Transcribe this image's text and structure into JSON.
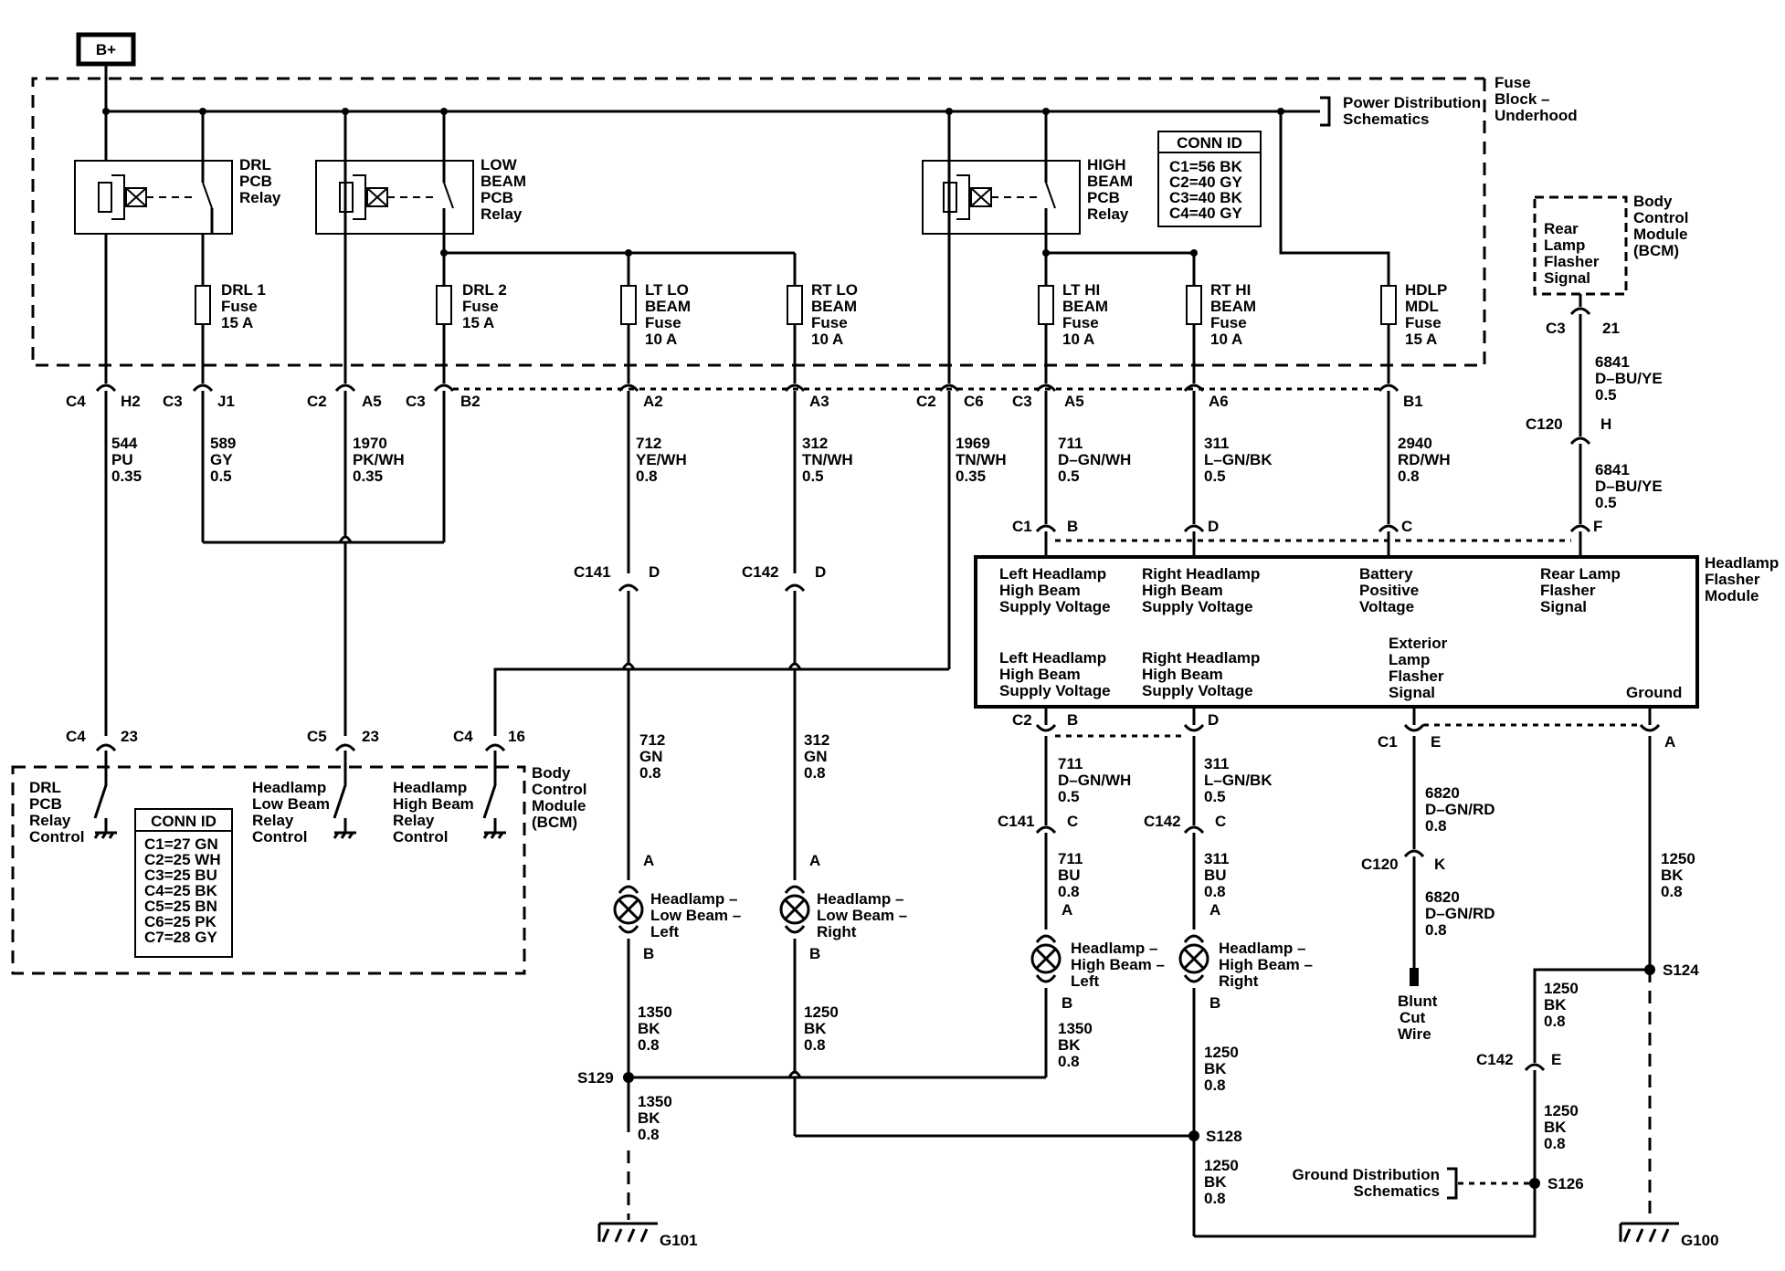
{
  "battery": "B+",
  "fuse_block": {
    "name": [
      "Fuse",
      "Block –",
      "Underhood"
    ]
  },
  "power_dist": [
    "Power Distribution",
    "Schematics"
  ],
  "relays": [
    {
      "id": "drl",
      "label": [
        "DRL",
        "PCB",
        "Relay"
      ]
    },
    {
      "id": "low",
      "label": [
        "LOW",
        "BEAM",
        "PCB",
        "Relay"
      ]
    },
    {
      "id": "high",
      "label": [
        "HIGH",
        "BEAM",
        "PCB",
        "Relay"
      ]
    }
  ],
  "fuse_conn_id": {
    "title": "CONN ID",
    "lines": [
      "C1=56 BK",
      "C2=40 GY",
      "C3=40 BK",
      "C4=40 GY"
    ]
  },
  "fuses": [
    {
      "id": "drl1",
      "label": [
        "DRL 1",
        "Fuse",
        "15 A"
      ]
    },
    {
      "id": "drl2",
      "label": [
        "DRL 2",
        "Fuse",
        "15 A"
      ]
    },
    {
      "id": "ltlo",
      "label": [
        "LT LO",
        "BEAM",
        "Fuse",
        "10 A"
      ]
    },
    {
      "id": "rtlo",
      "label": [
        "RT LO",
        "BEAM",
        "Fuse",
        "10 A"
      ]
    },
    {
      "id": "lthi",
      "label": [
        "LT HI",
        "BEAM",
        "Fuse",
        "10 A"
      ]
    },
    {
      "id": "rthi",
      "label": [
        "RT HI",
        "BEAM",
        "Fuse",
        "10 A"
      ]
    },
    {
      "id": "hdlp",
      "label": [
        "HDLP",
        "MDL",
        "Fuse",
        "15 A"
      ]
    }
  ],
  "fuse_block_pins": [
    {
      "conn": "C4",
      "pin": "H2"
    },
    {
      "conn": "C3",
      "pin": "J1"
    },
    {
      "conn": "C2",
      "pin": "A5"
    },
    {
      "conn": "C3",
      "pin": "B2"
    },
    {
      "pin": "A2"
    },
    {
      "pin": "A3"
    },
    {
      "conn": "C2",
      "pin": "C6"
    },
    {
      "conn": "C3",
      "pin": "A5"
    },
    {
      "pin": "A6"
    },
    {
      "pin": "B1"
    }
  ],
  "wires_top": [
    [
      "544",
      "PU",
      "0.35"
    ],
    [
      "589",
      "GY",
      "0.5"
    ],
    [
      "1970",
      "PK/WH",
      "0.35"
    ],
    [
      "712",
      "YE/WH",
      "0.8"
    ],
    [
      "312",
      "TN/WH",
      "0.5"
    ],
    [
      "1969",
      "TN/WH",
      "0.35"
    ],
    [
      "711",
      "D–GN/WH",
      "0.5"
    ],
    [
      "311",
      "L–GN/BK",
      "0.5"
    ],
    [
      "2940",
      "RD/WH",
      "0.8"
    ]
  ],
  "bcm_right": {
    "label": [
      "Body",
      "Control",
      "Module",
      "(BCM)"
    ],
    "signal": [
      "Rear",
      "Lamp",
      "Flasher",
      "Signal"
    ],
    "conn": "C3",
    "pin": "21"
  },
  "wire_6841a": [
    "6841",
    "D–BU/YE",
    "0.5"
  ],
  "wire_6841b": [
    "6841",
    "D–BU/YE",
    "0.5"
  ],
  "c120_top": {
    "conn": "C120",
    "pin": "H"
  },
  "hfm": {
    "name": [
      "Headlamp",
      "Flasher",
      "Module"
    ],
    "c1_pins": {
      "conn": "C1",
      "pins": [
        "B",
        "D",
        "C",
        "F"
      ]
    },
    "top_labels": [
      [
        "Left Headlamp",
        "High Beam",
        "Supply Voltage"
      ],
      [
        "Right Headlamp",
        "High Beam",
        "Supply Voltage"
      ],
      [
        "Battery",
        "Positive",
        "Voltage"
      ],
      [
        "Rear Lamp",
        "Flasher",
        "Signal"
      ]
    ],
    "bottom_labels": [
      [
        "Left Headlamp",
        "High Beam",
        "Supply Voltage"
      ],
      [
        "Right Headlamp",
        "High Beam",
        "Supply Voltage"
      ],
      [
        "Exterior",
        "Lamp",
        "Flasher",
        "Signal"
      ],
      [
        "Ground"
      ]
    ],
    "c2_pins": {
      "conn": "C2",
      "pins": [
        "B",
        "D"
      ]
    },
    "c1b": {
      "conn": "C1",
      "pins": [
        "E",
        "A"
      ]
    }
  },
  "c141_top": {
    "conn": "C141",
    "pin": "D"
  },
  "c142_top": {
    "conn": "C142",
    "pin": "D"
  },
  "bcm_left": {
    "label": [
      "Body",
      "Control",
      "Module",
      "(BCM)"
    ],
    "pins": [
      {
        "conn": "C4",
        "pin": "23"
      },
      {
        "conn": "C5",
        "pin": "23"
      },
      {
        "conn": "C4",
        "pin": "16"
      }
    ],
    "controls": [
      [
        "DRL",
        "PCB",
        "Relay",
        "Control"
      ],
      [
        "Headlamp",
        "Low Beam",
        "Relay",
        "Control"
      ],
      [
        "Headlamp",
        "High Beam",
        "Relay",
        "Control"
      ]
    ],
    "conn_id": {
      "title": "CONN ID",
      "lines": [
        "C1=27 GN",
        "C2=25 WH",
        "C3=25 BU",
        "C4=25 BK",
        "C5=25 BN",
        "C6=25 PK",
        "C7=28 GY"
      ]
    }
  },
  "wires_low": [
    [
      "712",
      "GN",
      "0.8"
    ],
    [
      "312",
      "GN",
      "0.8"
    ]
  ],
  "lamps": [
    {
      "label": [
        "Headlamp –",
        "Low Beam –",
        "Left"
      ],
      "pins": [
        "A",
        "B"
      ]
    },
    {
      "label": [
        "Headlamp –",
        "Low Beam –",
        "Right"
      ],
      "pins": [
        "A",
        "B"
      ]
    },
    {
      "label": [
        "Headlamp –",
        "High Beam –",
        "Left"
      ],
      "pins": [
        "A",
        "B"
      ]
    },
    {
      "label": [
        "Headlamp –",
        "High Beam –",
        "Right"
      ],
      "pins": [
        "A",
        "B"
      ]
    }
  ],
  "wires_hb": [
    [
      "711",
      "D–GN/WH",
      "0.5"
    ],
    [
      "311",
      "L–GN/BK",
      "0.5"
    ],
    [
      "711",
      "BU",
      "0.8"
    ],
    [
      "311",
      "BU",
      "0.8"
    ]
  ],
  "c141_hb": {
    "conn": "C141",
    "pin": "C"
  },
  "c142_hb": {
    "conn": "C142",
    "pin": "C"
  },
  "wire_6820a": [
    "6820",
    "D–GN/RD",
    "0.8"
  ],
  "wire_6820b": [
    "6820",
    "D–GN/RD",
    "0.8"
  ],
  "c120_low": {
    "conn": "C120",
    "pin": "K"
  },
  "blunt": [
    "Blunt",
    "Cut",
    "Wire"
  ],
  "grounds": {
    "w1350a": [
      "1350",
      "BK",
      "0.8"
    ],
    "w1250a": [
      "1250",
      "BK",
      "0.8"
    ],
    "w1350b": [
      "1350",
      "BK",
      "0.8"
    ],
    "w1350c": [
      "1350",
      "BK",
      "0.8"
    ],
    "w1250b": [
      "1250",
      "BK",
      "0.8"
    ],
    "w1250c": [
      "1250",
      "BK",
      "0.8"
    ],
    "w1250d": [
      "1250",
      "BK",
      "0.8"
    ],
    "w1250e": [
      "1250",
      "BK",
      "0.8"
    ],
    "w1250f": [
      "1250",
      "BK",
      "0.8"
    ],
    "s129": "S129",
    "s128": "S128",
    "s124": "S124",
    "s126": "S126",
    "c142g": {
      "conn": "C142",
      "pin": "E"
    },
    "g101": "G101",
    "g100": "G100",
    "gnd_dist": [
      "Ground Distribution",
      "Schematics"
    ]
  }
}
